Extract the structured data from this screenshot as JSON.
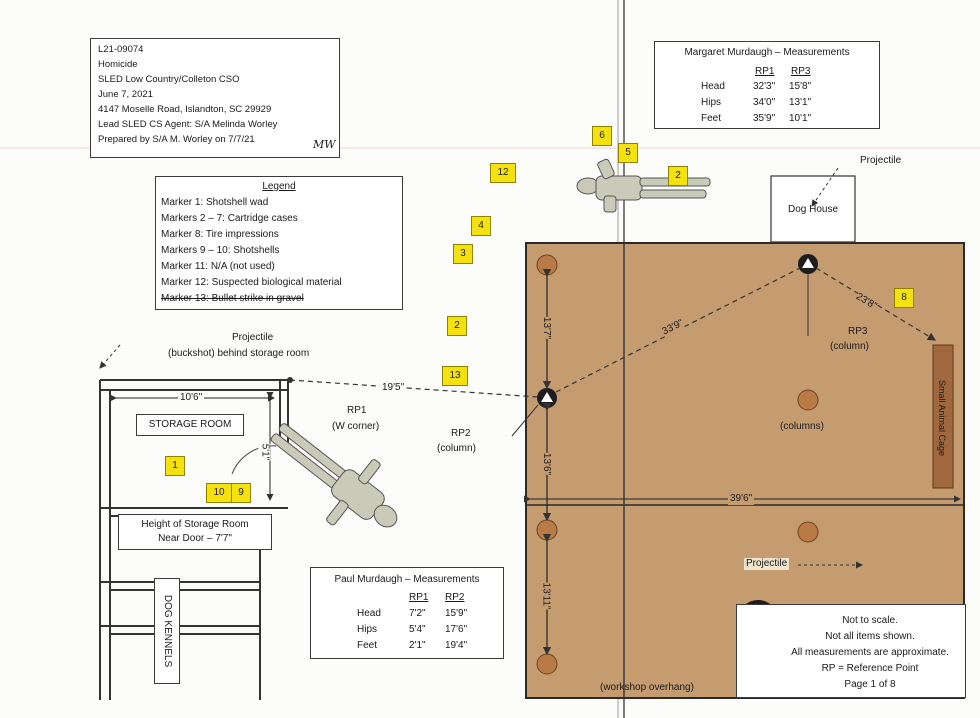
{
  "case_info": {
    "lines": [
      "L21-09074",
      "Homicide",
      "SLED Low Country/Colleton CSO",
      "June 7, 2021",
      "4147 Moselle Road, Islandton, SC 29929",
      "Lead SLED CS Agent: S/A Melinda Worley",
      "Prepared by S/A M. Worley on 7/7/21"
    ],
    "initials": "MW"
  },
  "legend": {
    "title": "Legend",
    "items": [
      "Marker 1:  Shotshell wad",
      "Markers 2 – 7:  Cartridge cases",
      "Marker 8:  Tire impressions",
      "Markers 9 – 10:  Shotshells",
      "Marker 11:  N/A (not used)",
      "Marker 12:  Suspected biological material",
      "Marker 13:  Bullet strike in gravel"
    ]
  },
  "margaret": {
    "title": "Margaret Murdaugh – Measurements",
    "col1": "RP1",
    "col2": "RP3",
    "rows": [
      {
        "label": "Head",
        "a": "32'3\"",
        "b": "15'8\""
      },
      {
        "label": "Hips",
        "a": "34'0\"",
        "b": "13'1\""
      },
      {
        "label": "Feet",
        "a": "35'9\"",
        "b": "10'1\""
      }
    ]
  },
  "paul": {
    "title": "Paul Murdaugh – Measurements",
    "col1": "RP1",
    "col2": "RP2",
    "rows": [
      {
        "label": "Head",
        "a": "7'2\"",
        "b": "15'9\""
      },
      {
        "label": "Hips",
        "a": "5'4\"",
        "b": "17'6\""
      },
      {
        "label": "Feet",
        "a": "2'1\"",
        "b": "19'4\""
      }
    ]
  },
  "notes": {
    "lines": [
      "Not to scale.",
      "Not all items shown.",
      "All measurements are approximate.",
      "RP = Reference Point",
      "Page 1 of 8"
    ]
  },
  "labels": {
    "projectile_top": "Projectile",
    "dog_house": "Dog House",
    "rp3": "RP3",
    "rp3_sub": "(column)",
    "small_animal_cage": "Small Animal Cage",
    "columns": "(columns)",
    "projectile_floor": "Projectile",
    "workshop_overhang": "(workshop overhang)",
    "projectile_left_1": "Projectile",
    "projectile_left_2": "(buckshot) behind storage room",
    "storage_room": "STORAGE ROOM",
    "height_1": "Height of Storage Room",
    "height_2": "Near Door – 7'7\"",
    "dog_kennels": "DOG KENNELS",
    "rp1": "RP1",
    "rp1_sub": "(W corner)",
    "rp2": "RP2",
    "rp2_sub": "(column)"
  },
  "dimensions": {
    "storage_width": "10'6\"",
    "storage_depth": "5'1\"",
    "rp1_rp2": "19'5\"",
    "rp2_rp3": "33'9\"",
    "rp3_marker8": "23'8\"",
    "upper_column_gap": "13'7\"",
    "middle_column_gap": "13'6\"",
    "lower_column_gap": "13'11\"",
    "pad_width": "39'6\""
  },
  "markers": {
    "m1": "1",
    "m2a": "2",
    "m2b": "2",
    "m3": "3",
    "m4": "4",
    "m5": "5",
    "m6": "6",
    "m8": "8",
    "m9": "9",
    "m10": "10",
    "m12": "12",
    "m13": "13"
  },
  "colors": {
    "pad": "#c49c6f",
    "marker": "#f5e10c",
    "column": "#b97a45",
    "cage": "#a0683f",
    "figure": "#c9cbb8"
  }
}
